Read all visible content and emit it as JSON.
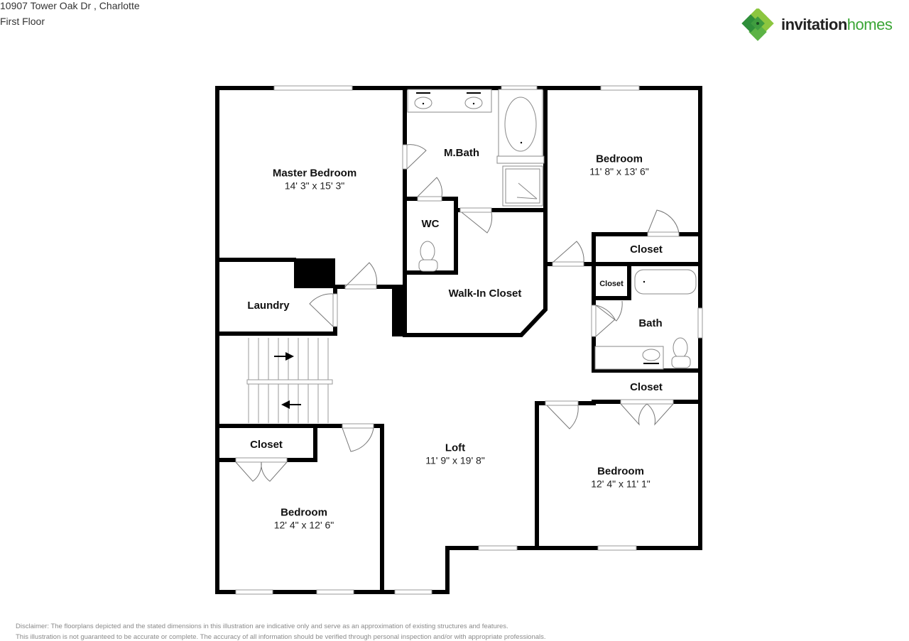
{
  "header": {
    "address": "10907 Tower Oak Dr , Charlotte",
    "floor": "First Floor"
  },
  "brand": {
    "name_part1": "invitation",
    "name_part2": "homes",
    "icon": "clover-logo-icon",
    "colors": {
      "light_green": "#8cc63f",
      "mid_green": "#5cb345",
      "dark_green": "#2f8f3a"
    }
  },
  "rooms": [
    {
      "id": "master-bedroom",
      "name": "Master Bedroom",
      "dims": "14' 3\" x 15' 3\""
    },
    {
      "id": "m-bath",
      "name": "M.Bath",
      "dims": ""
    },
    {
      "id": "bedroom-ne",
      "name": "Bedroom",
      "dims": "11' 8\" x 13' 6\""
    },
    {
      "id": "wc",
      "name": "WC",
      "dims": ""
    },
    {
      "id": "closet-ne",
      "name": "Closet",
      "dims": ""
    },
    {
      "id": "laundry",
      "name": "Laundry",
      "dims": ""
    },
    {
      "id": "walk-in-closet",
      "name": "Walk-In Closet",
      "dims": ""
    },
    {
      "id": "closet-small",
      "name": "Closet",
      "dims": ""
    },
    {
      "id": "bath",
      "name": "Bath",
      "dims": ""
    },
    {
      "id": "closet-e",
      "name": "Closet",
      "dims": ""
    },
    {
      "id": "closet-sw",
      "name": "Closet",
      "dims": ""
    },
    {
      "id": "loft",
      "name": "Loft",
      "dims": "11' 9\" x 19' 8\""
    },
    {
      "id": "bedroom-se",
      "name": "Bedroom",
      "dims": "12' 4\" x 11' 1\""
    },
    {
      "id": "bedroom-sw",
      "name": "Bedroom",
      "dims": "12' 4\" x 12' 6\""
    }
  ],
  "disclaimer": {
    "line1": "Disclaimer: The floorplans depicted and the stated dimensions in this illustration are indicative only and serve as an approximation of existing structures and features.",
    "line2": "This illustration is not guaranteed to be accurate or complete. The accuracy of all information should be verified through personal inspection and/or with appropriate professionals."
  }
}
